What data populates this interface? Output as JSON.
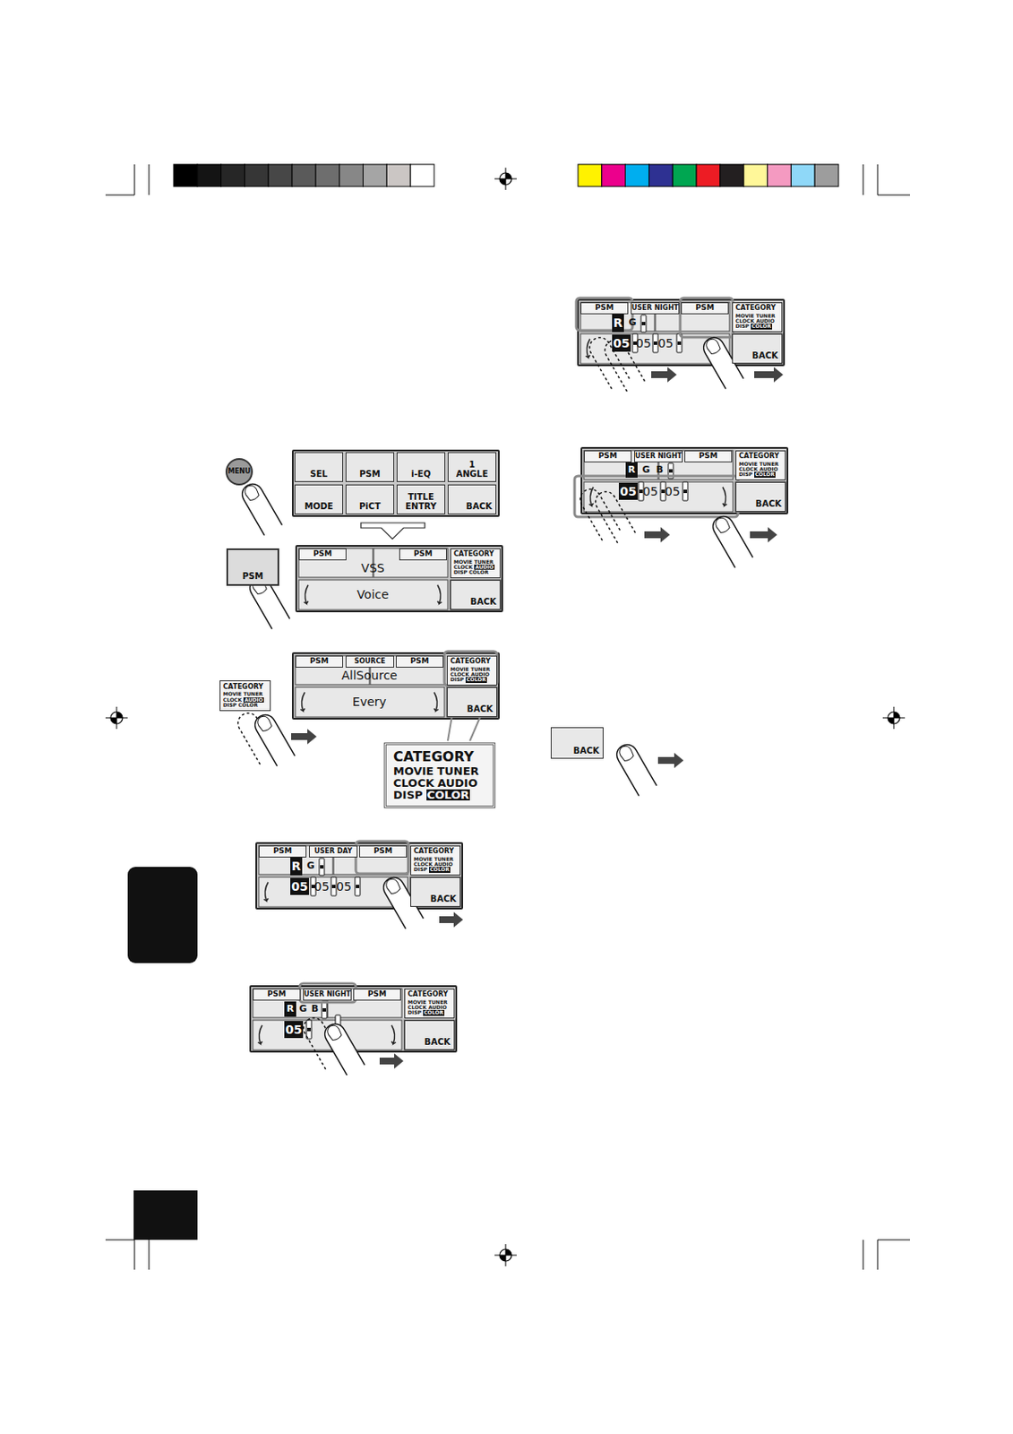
{
  "diagram": {
    "nodes": [
      {
        "text": [
          "MENU"
        ]
      },
      {
        "text": [
          "SEL"
        ]
      },
      {
        "text": [
          "PSM"
        ]
      },
      {
        "text": [
          "i-EQ"
        ]
      },
      {
        "text": [
          "1",
          "ANGLE"
        ]
      },
      {
        "text": [
          "MODE"
        ]
      },
      {
        "text": [
          "PiCT"
        ]
      },
      {
        "text": [
          "TITLE ENTRY"
        ]
      },
      {
        "text": [
          "BACK"
        ]
      },
      {
        "text": [
          "PSM"
        ]
      },
      {
        "text": [
          "PSM"
        ]
      },
      {
        "text": [
          "VSS"
        ]
      },
      {
        "text": [
          "PSM"
        ]
      },
      {
        "text": [
          "CATEGORY",
          "MOVIE",
          "TUNER",
          "CLOCK",
          "AUDIO",
          "DISP",
          "COLOR"
        ]
      },
      {
        "text": [
          "Voice"
        ]
      },
      {
        "text": [
          "BACK"
        ]
      },
      {
        "text": [
          "CATEGORY",
          "MOVIE",
          "TUNER",
          "CLOCK",
          "AUDIO",
          "DISP",
          "COLOR"
        ]
      },
      {
        "text": [
          "PSM"
        ]
      },
      {
        "text": [
          "SOURCE"
        ]
      },
      {
        "text": [
          "AllSource"
        ]
      },
      {
        "text": [
          "PSM"
        ]
      },
      {
        "text": [
          "CATEGORY",
          "MOVIE",
          "TUNER",
          "CLOCK",
          "AUDIO",
          "DISP",
          "COLOR"
        ]
      },
      {
        "text": [
          "Every"
        ]
      },
      {
        "text": [
          "BACK"
        ]
      },
      {
        "text": [
          "CATEGORY",
          "MOVIE",
          "TUNER",
          "CLOCK",
          "AUDIO",
          "DISP",
          "COLOR"
        ]
      },
      {
        "text": [
          "PSM"
        ]
      },
      {
        "text": [
          "USER DAY"
        ]
      },
      {
        "text": [
          "PSM"
        ]
      },
      {
        "text": [
          "CATEGORY",
          "MOVIE",
          "TUNER",
          "CLOCK",
          "AUDIO",
          "DISP",
          "COLOR"
        ]
      },
      {
        "text": [
          "R"
        ]
      },
      {
        "text": [
          "G"
        ]
      },
      {
        "text": [
          "05"
        ]
      },
      {
        "text": [
          "05"
        ]
      },
      {
        "text": [
          "05"
        ]
      },
      {
        "text": [
          "BACK"
        ]
      },
      {
        "text": [
          "PSM"
        ]
      },
      {
        "text": [
          "USER NIGHT"
        ]
      },
      {
        "text": [
          "PSM"
        ]
      },
      {
        "text": [
          "CATEGORY",
          "MOVIE",
          "TUNER",
          "CLOCK",
          "AUDIO",
          "DISP",
          "COLOR"
        ]
      },
      {
        "text": [
          "R"
        ]
      },
      {
        "text": [
          "G"
        ]
      },
      {
        "text": [
          "B"
        ]
      },
      {
        "text": [
          "05"
        ]
      },
      {
        "text": [
          "BACK"
        ]
      },
      {
        "text": [
          "PSM"
        ]
      },
      {
        "text": [
          "USER NIGHT"
        ]
      },
      {
        "text": [
          "PSM"
        ]
      },
      {
        "text": [
          "CATEGORY",
          "MOVIE",
          "TUNER",
          "CLOCK",
          "AUDIO",
          "DISP",
          "COLOR"
        ]
      },
      {
        "text": [
          "R"
        ]
      },
      {
        "text": [
          "G"
        ]
      },
      {
        "text": [
          "05"
        ]
      },
      {
        "text": [
          "05"
        ]
      },
      {
        "text": [
          "05"
        ]
      },
      {
        "text": [
          "BACK"
        ]
      },
      {
        "text": [
          "PSM"
        ]
      },
      {
        "text": [
          "USER NIGHT"
        ]
      },
      {
        "text": [
          "PSM"
        ]
      },
      {
        "text": [
          "CATEGORY",
          "MOVIE",
          "TUNER",
          "CLOCK",
          "AUDIO",
          "DISP",
          "COLOR"
        ]
      },
      {
        "text": [
          "R"
        ]
      },
      {
        "text": [
          "G"
        ]
      },
      {
        "text": [
          "B"
        ]
      },
      {
        "text": [
          "05"
        ]
      },
      {
        "text": [
          "05"
        ]
      },
      {
        "text": [
          "05"
        ]
      },
      {
        "text": [
          "BACK"
        ]
      },
      {
        "text": [
          "BACK"
        ]
      }
    ]
  }
}
